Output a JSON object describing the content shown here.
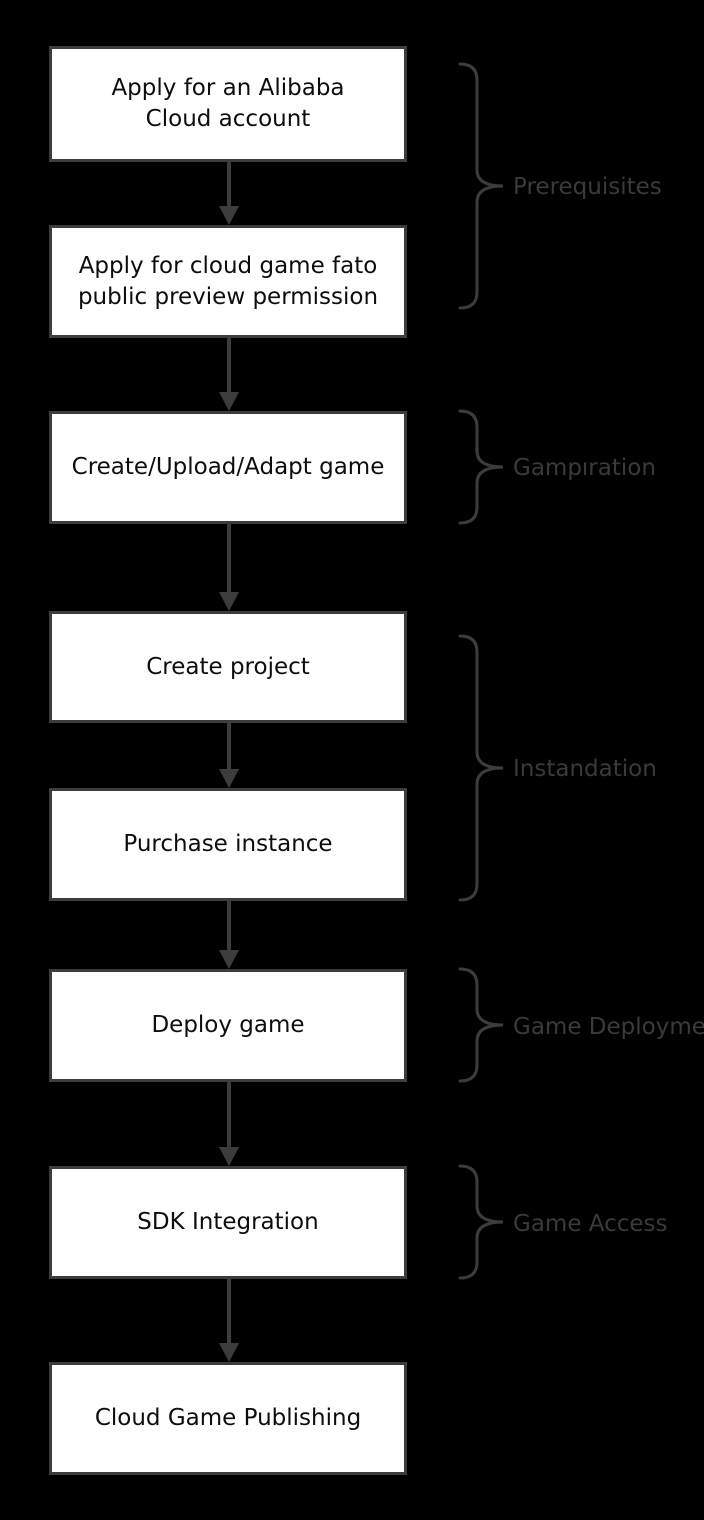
{
  "steps": [
    {
      "id": "apply-account",
      "label": "Apply for an Alibaba\nCloud account"
    },
    {
      "id": "apply-permission",
      "label": "Apply for cloud game fato\npublic preview permission"
    },
    {
      "id": "create-game",
      "label": "Create/Upload/Adapt game"
    },
    {
      "id": "create-project",
      "label": "Create project"
    },
    {
      "id": "purchase-instance",
      "label": "Purchase instance"
    },
    {
      "id": "deploy-game",
      "label": "Deploy game"
    },
    {
      "id": "sdk-integration",
      "label": "SDK Integration"
    },
    {
      "id": "publishing",
      "label": "Cloud Game Publishing"
    }
  ],
  "phases": [
    {
      "id": "prerequisites",
      "label": "Prerequisites"
    },
    {
      "id": "game-preparation",
      "label": "Gampıration"
    },
    {
      "id": "instance",
      "label": "Instandation"
    },
    {
      "id": "deployment",
      "label": "Game Deploymer"
    },
    {
      "id": "access",
      "label": "Game Access"
    }
  ],
  "colors": {
    "background": "#000000",
    "box_fill": "#ffffff",
    "box_border": "#3c3c3c",
    "box_text": "#0d0d0d",
    "arrow": "#3c3c3c",
    "bracket": "#3c3c3c",
    "phase_text": "#3a3a3a"
  }
}
